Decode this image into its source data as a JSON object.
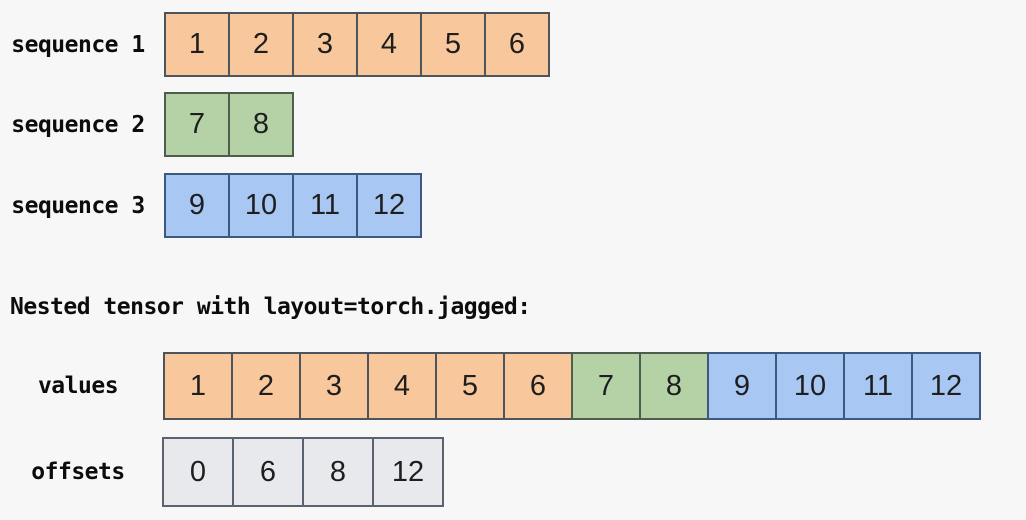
{
  "title": "Nested tensor with layout=torch.jagged:",
  "background": "#f7f7f8",
  "colors": {
    "orange": {
      "fill": "#f8c89c",
      "border": "#4e545b"
    },
    "green": {
      "fill": "#b4d2a5",
      "border": "#4e5e4c"
    },
    "blue": {
      "fill": "#a9c7f3",
      "border": "#3c5a80"
    },
    "gray": {
      "fill": "#e8e9ec",
      "border": "#596371"
    }
  },
  "sequences": [
    {
      "label": "sequence 1",
      "color": "orange",
      "cells": [
        {
          "v": "1",
          "c": "orange"
        },
        {
          "v": "2",
          "c": "orange"
        },
        {
          "v": "3",
          "c": "orange"
        },
        {
          "v": "4",
          "c": "orange"
        },
        {
          "v": "5",
          "c": "orange"
        },
        {
          "v": "6",
          "c": "orange"
        }
      ]
    },
    {
      "label": "sequence 2",
      "color": "green",
      "cells": [
        {
          "v": "7",
          "c": "green"
        },
        {
          "v": "8",
          "c": "green"
        }
      ]
    },
    {
      "label": "sequence 3",
      "color": "blue",
      "cells": [
        {
          "v": "9",
          "c": "blue"
        },
        {
          "v": "10",
          "c": "blue"
        },
        {
          "v": "11",
          "c": "blue"
        },
        {
          "v": "12",
          "c": "blue"
        }
      ]
    }
  ],
  "nested_tensor": {
    "values_row": {
      "label": "values",
      "cells": [
        {
          "v": "1",
          "c": "orange"
        },
        {
          "v": "2",
          "c": "orange"
        },
        {
          "v": "3",
          "c": "orange"
        },
        {
          "v": "4",
          "c": "orange"
        },
        {
          "v": "5",
          "c": "orange"
        },
        {
          "v": "6",
          "c": "orange"
        },
        {
          "v": "7",
          "c": "green"
        },
        {
          "v": "8",
          "c": "green"
        },
        {
          "v": "9",
          "c": "blue"
        },
        {
          "v": "10",
          "c": "blue"
        },
        {
          "v": "11",
          "c": "blue"
        },
        {
          "v": "12",
          "c": "blue"
        }
      ]
    },
    "offsets_row": {
      "label": "offsets",
      "cells": [
        {
          "v": "0",
          "c": "gray"
        },
        {
          "v": "6",
          "c": "gray"
        },
        {
          "v": "8",
          "c": "gray"
        },
        {
          "v": "12",
          "c": "gray"
        }
      ]
    }
  }
}
